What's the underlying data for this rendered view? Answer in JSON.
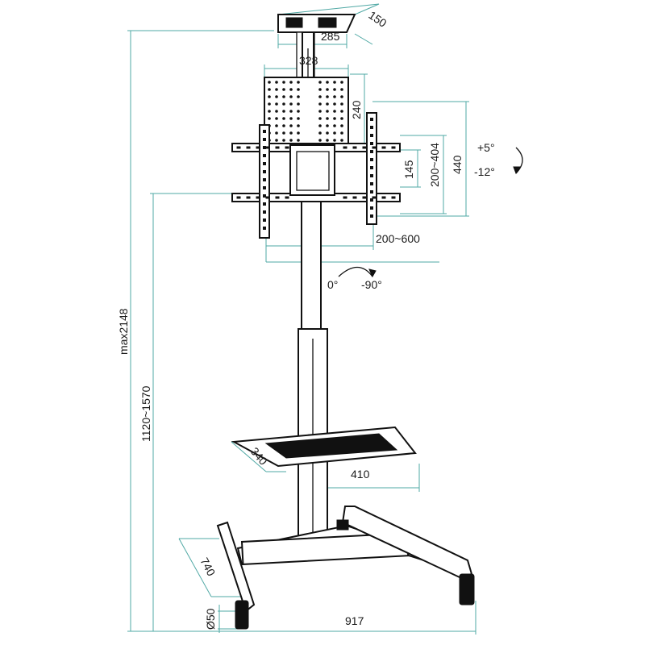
{
  "dimensions": {
    "top_plate_depth": "150",
    "top_plate_width": "285",
    "vesa_plate_width": "328",
    "vesa_plate_height": "240",
    "bracket_height_total": "440",
    "bracket_height_range": "200~404",
    "center_height": "145",
    "bracket_width_range": "200~600",
    "tilt_up": "+5°",
    "tilt_down": "-12°",
    "rotation_start": "0°",
    "rotation_end": "-90°",
    "max_height": "max2148",
    "adjustable_height": "1120~1570",
    "shelf_depth": "340",
    "shelf_width": "410",
    "base_depth": "740",
    "base_width": "917",
    "wheel_diameter": "Ø50"
  },
  "colors": {
    "dimension_lines": "#4fa8a4",
    "parts": "#111111"
  }
}
